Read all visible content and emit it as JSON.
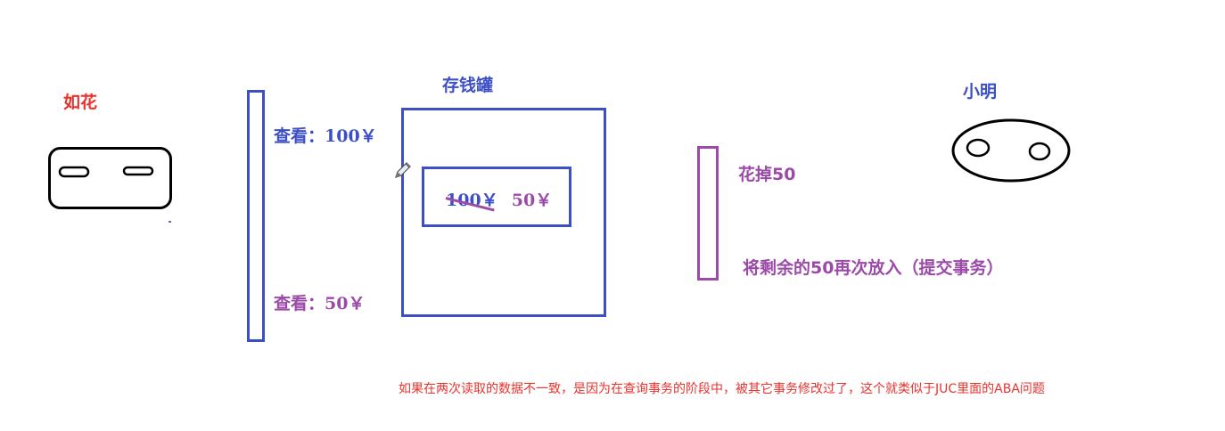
{
  "actors": {
    "left": {
      "name": "如花",
      "color": "#e8322d",
      "icon": "face-rounded-rect-icon"
    },
    "right": {
      "name": "小明",
      "color": "#3d4fc6",
      "icon": "face-ellipse-icon"
    }
  },
  "left_transaction": {
    "color": "#3d4fc6",
    "read_first": "查看：100￥",
    "read_second": "查看：50￥"
  },
  "piggy_bank": {
    "title": "存钱罐",
    "color": "#3d4fc6",
    "old_value": "100￥",
    "new_value": "50￥",
    "edit_icon": "pencil-icon"
  },
  "right_transaction": {
    "color": "#9b4aa8",
    "spend": "花掉50",
    "commit": "将剩余的50再次放入（提交事务）"
  },
  "note": {
    "text": "如果在两次读取的数据不一致，是因为在查询事务的阶段中，被其它事务修改过了，这个就类似于JUC里面的ABA问题",
    "color": "#e8322d"
  }
}
